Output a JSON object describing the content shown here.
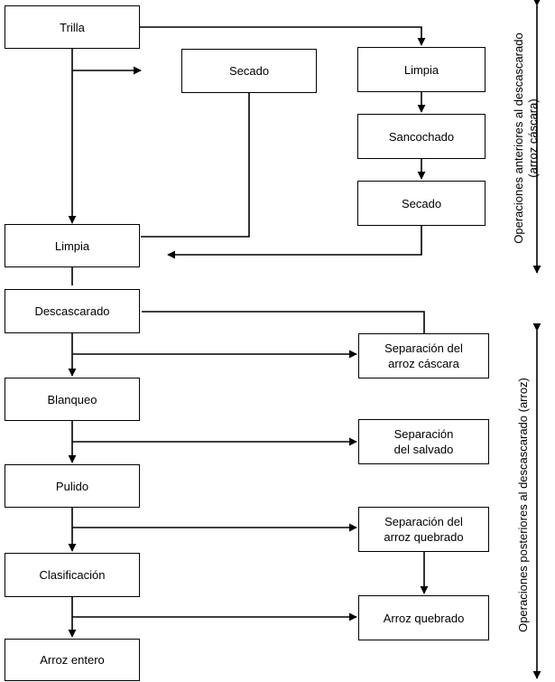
{
  "nodes": {
    "trilla": "Trilla",
    "secado_left": "Secado",
    "limpia_top": "Limpia",
    "sancochado": "Sancochado",
    "secado_right": "Secado",
    "limpia_mid": "Limpia",
    "descascarado": "Descascarado",
    "sep_arroz_cascara": "Separación del\narroz cáscara",
    "blanqueo": "Blanqueo",
    "sep_salvado": "Separación\ndel salvado",
    "pulido": "Pulido",
    "sep_arroz_quebrado": "Separación del\narroz quebrado",
    "clasificacion": "Clasificación",
    "arroz_quebrado": "Arroz quebrado",
    "arroz_entero": "Arroz entero"
  },
  "side_labels": {
    "anteriores": "Operaciones anteriores al descascarado\n(arroz cáscara)",
    "posteriores": "Operaciones posteriores al descascarado (arroz)"
  },
  "colors": {
    "line": "#000000",
    "background": "#ffffff"
  }
}
